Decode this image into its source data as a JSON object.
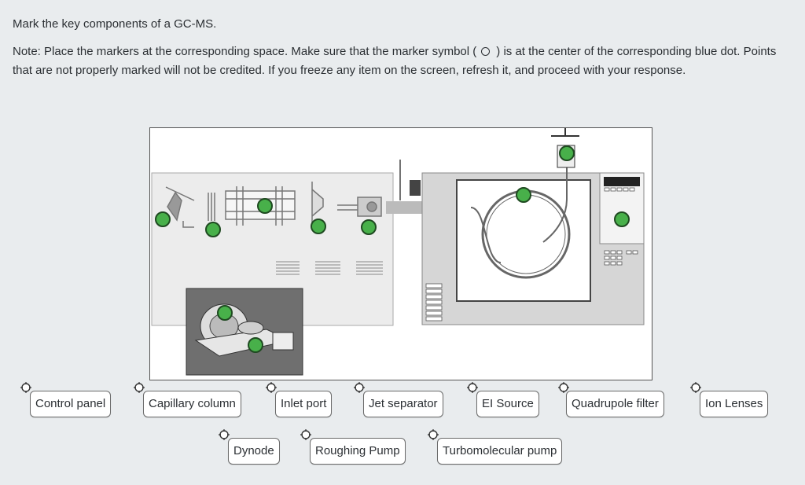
{
  "question": {
    "title": "Mark the key components of a GC-MS.",
    "note_before": "Note: Place the markers at the corresponding space.  Make sure that the marker symbol (",
    "note_after": ") is at the center of the corresponding blue dot.  Points that are not properly marked will not be credited.  If you freeze any item on the screen, refresh it, and proceed with your response."
  },
  "diagram": {
    "target_count": 10,
    "colors": {
      "dot_fill": "#48b04a",
      "dot_border": "#1f4a21"
    }
  },
  "labels": {
    "control_panel": "Control panel",
    "capillary_column": "Capillary column",
    "inlet_port": "Inlet port",
    "jet_separator": "Jet separator",
    "ei_source": "EI Source",
    "quadrupole_filter": "Quadrupole filter",
    "ion_lenses": "Ion Lenses",
    "dynode": "Dynode",
    "roughing_pump": "Roughing Pump",
    "turbomolecular_pump": "Turbomolecular pump"
  }
}
